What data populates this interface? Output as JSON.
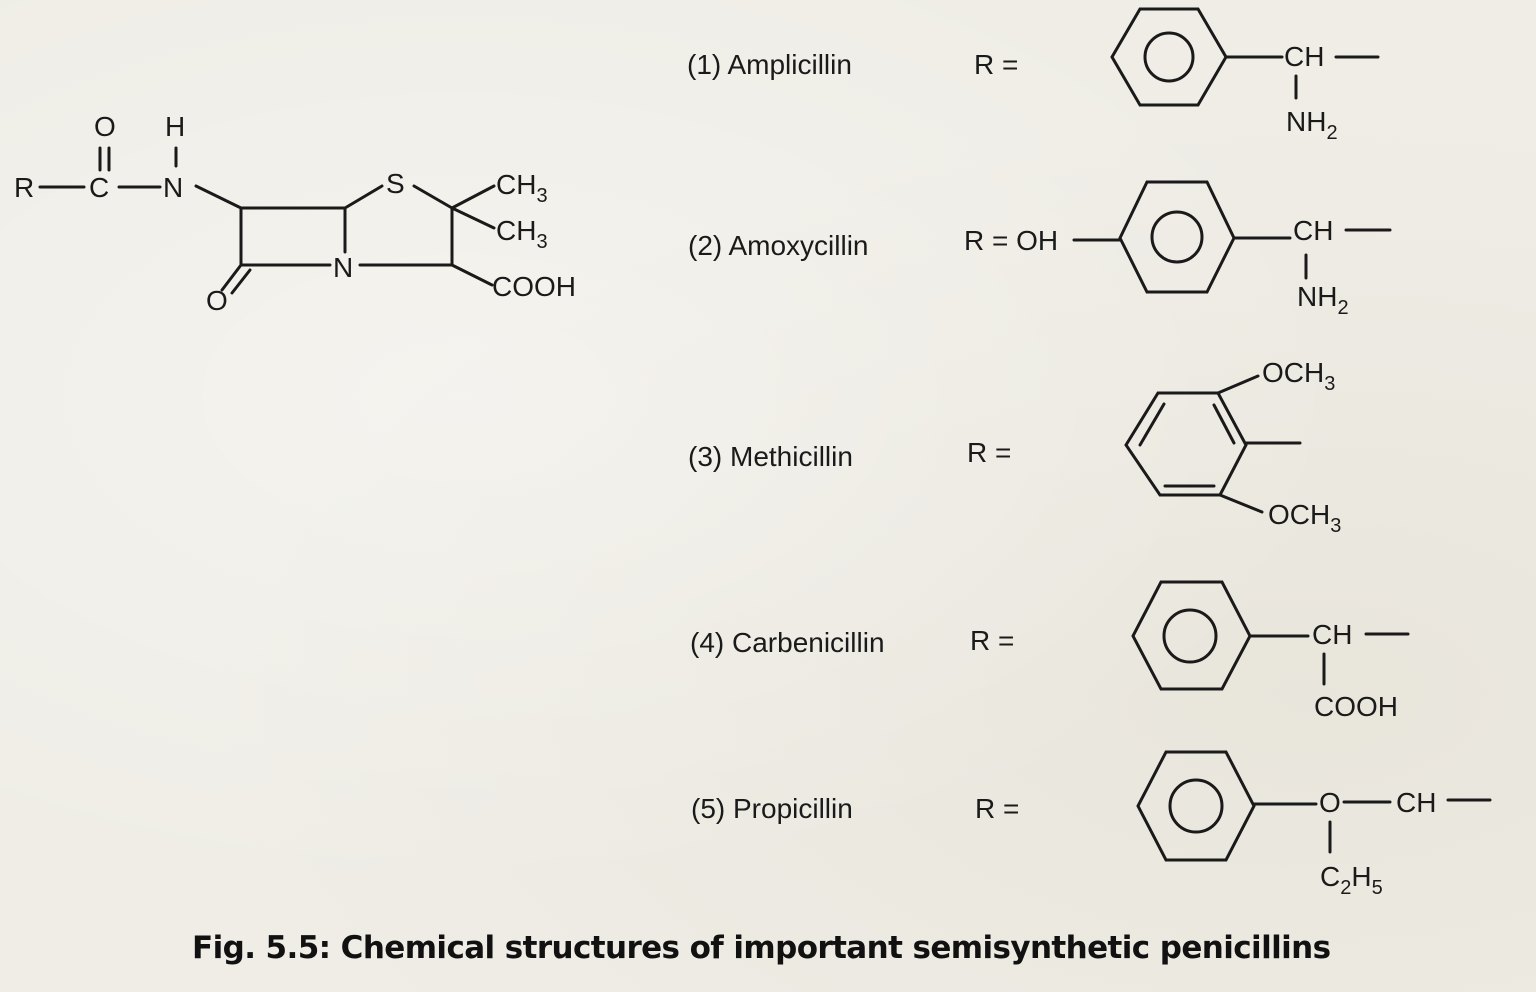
{
  "figure": {
    "caption": "Fig. 5.5: Chemical structures of important semisynthetic penicillins"
  },
  "core_structure": {
    "name": "penicillin-core",
    "atoms": {
      "r": "R",
      "c": "C",
      "o_carbonyl": "O",
      "n_amide": "N",
      "h": "H",
      "s": "S",
      "n_ring": "N",
      "o_lactam": "O",
      "ch3_a": "CH",
      "ch3_a_sub": "3",
      "ch3_b": "CH",
      "ch3_b_sub": "3",
      "cooh": "COOH"
    }
  },
  "compounds": [
    {
      "label": "(1) Amplicillin",
      "r_eq": "R =",
      "groups": {
        "ch": "CH",
        "sub_main": "NH",
        "sub_index": "2"
      }
    },
    {
      "label": "(2) Amoxycillin",
      "r_eq": "R = OH",
      "groups": {
        "ch": "CH",
        "sub_main": "NH",
        "sub_index": "2"
      }
    },
    {
      "label": "(3) Methicillin",
      "r_eq": "R =",
      "groups": {
        "top_main": "OCH",
        "top_index": "3",
        "bottom_main": "OCH",
        "bottom_index": "3"
      }
    },
    {
      "label": "(4) Carbenicillin",
      "r_eq": "R =",
      "groups": {
        "ch": "CH",
        "sub_main": "COOH"
      }
    },
    {
      "label": "(5) Propicillin",
      "r_eq": "R =",
      "groups": {
        "o": "O",
        "ch": "CH",
        "sub_c": "C",
        "sub_c_index": "2",
        "sub_h": "H",
        "sub_h_index": "5"
      }
    }
  ]
}
